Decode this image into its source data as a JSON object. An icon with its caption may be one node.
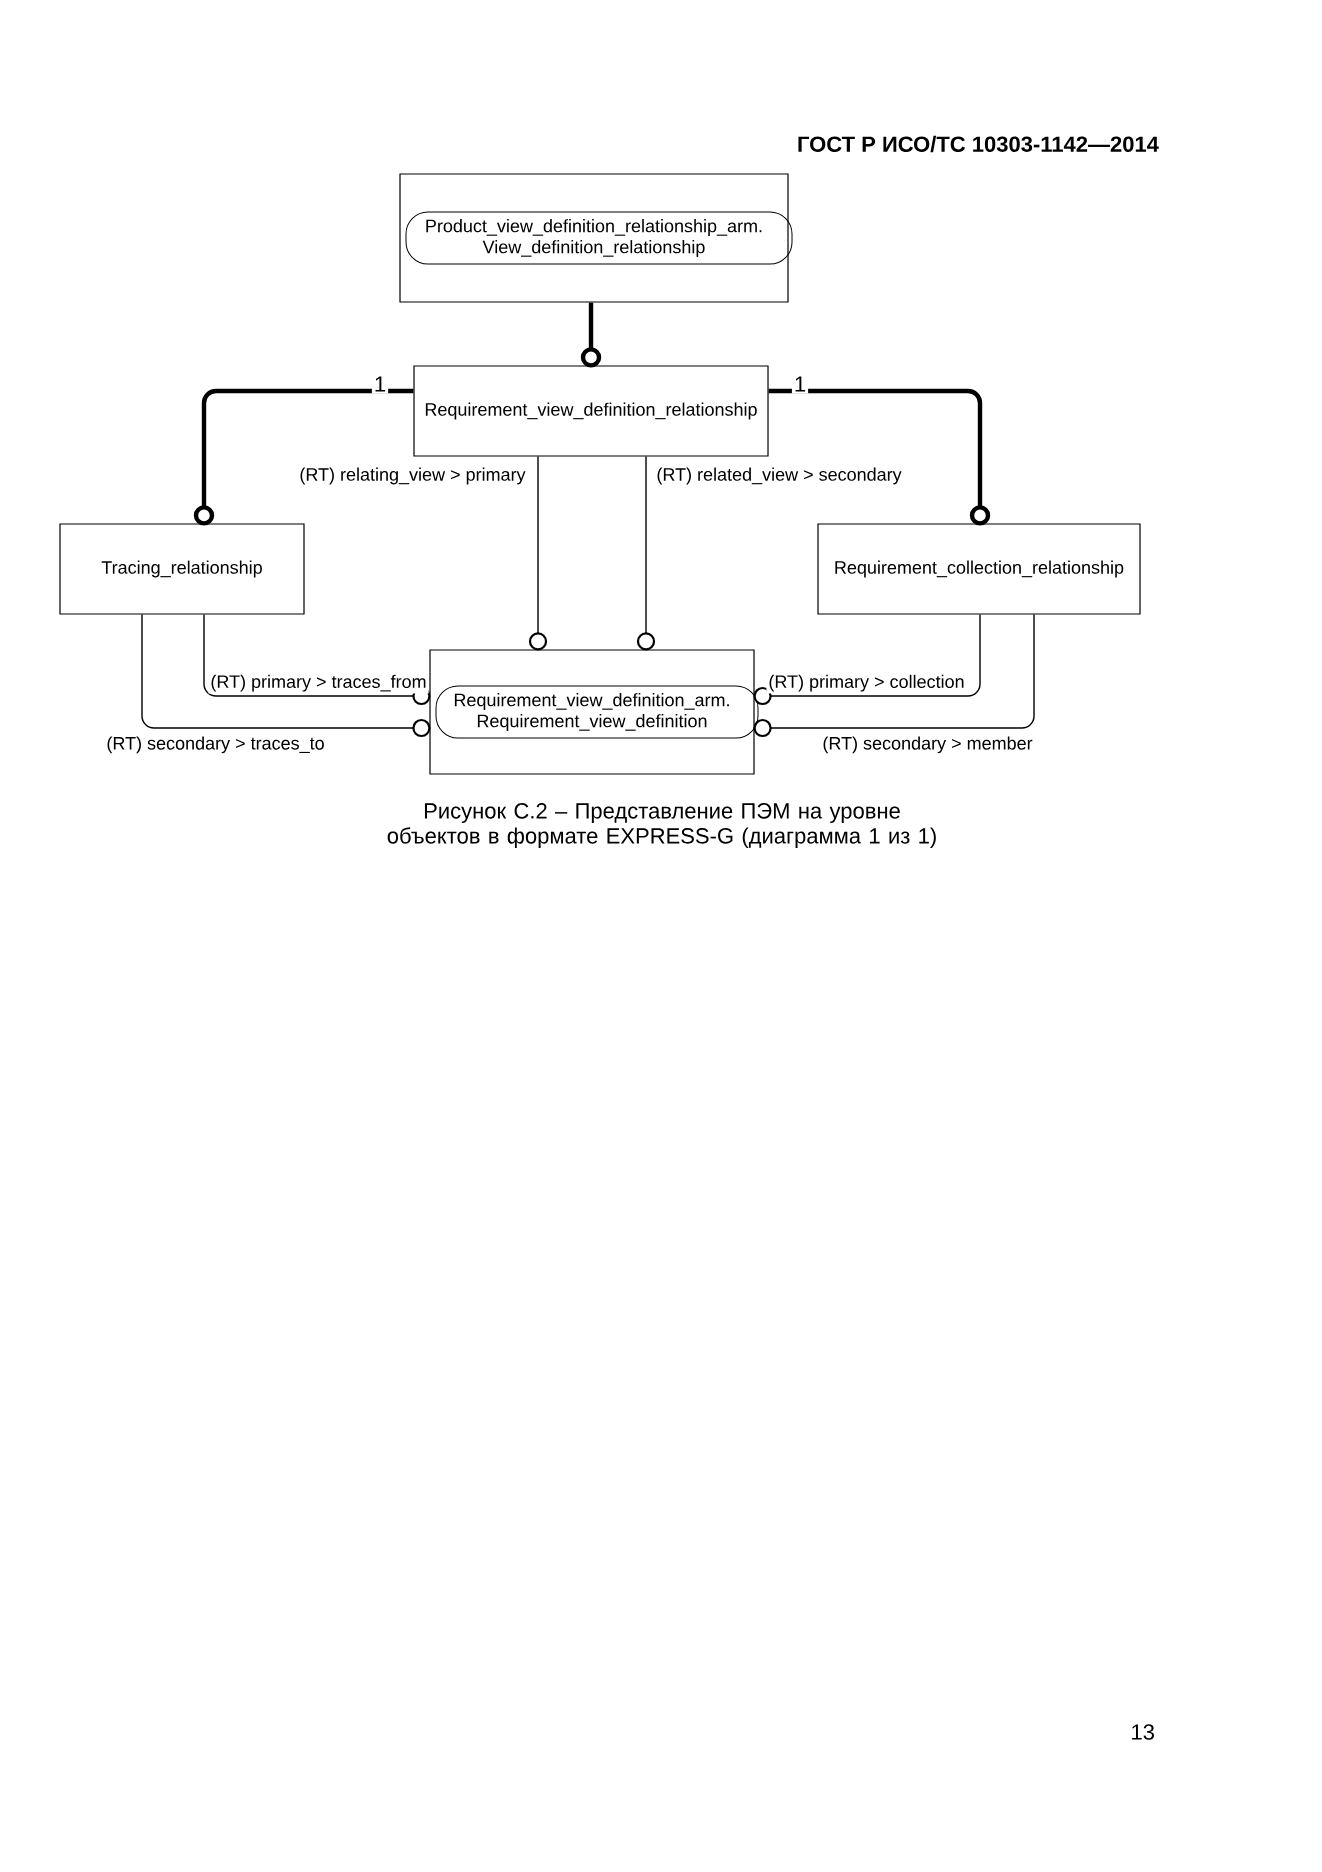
{
  "diagram": {
    "caption": "Рисунок С.2 – Представление ПЭМ на уровне объектов в формате EXPRESS-G (диаграмма 1 из 1)",
    "nodes": [
      {
        "text": [
          "Product_view_definition_relationship_arm. View_definition_relationship"
        ]
      },
      {
        "text": [
          "Requirement_view_definition_relationship"
        ]
      },
      {
        "text": [
          "Tracing_relationship"
        ]
      },
      {
        "text": [
          "Requirement_collection_relationship"
        ]
      },
      {
        "text": [
          "Requirement_view_definition_arm. Requirement_view_definition"
        ]
      }
    ],
    "edges": [
      {
        "from": 0,
        "to": 1,
        "arrow": "other",
        "style": "thick"
      },
      {
        "from": 1,
        "to": 2,
        "arrow": "other",
        "style": "thick",
        "label": "1"
      },
      {
        "from": 1,
        "to": 3,
        "arrow": "other",
        "style": "thick",
        "label": "1"
      },
      {
        "from": 1,
        "to": 4,
        "arrow": "other",
        "label": "(RT) relating_view > primary"
      },
      {
        "from": 1,
        "to": 4,
        "arrow": "other",
        "label": "(RT) related_view > secondary"
      },
      {
        "from": 2,
        "to": 4,
        "arrow": "other",
        "label": "(RT) primary > traces_from"
      },
      {
        "from": 2,
        "to": 4,
        "arrow": "other",
        "label": "(RT) secondary > traces_to"
      },
      {
        "from": 3,
        "to": 4,
        "arrow": "other",
        "label": "(RT) primary > collection"
      },
      {
        "from": 3,
        "to": 4,
        "arrow": "other",
        "label": "(RT) secondary > member"
      }
    ],
    "labels": [
      "ГОСТ Р ИСО/ТС 10303-1142—2014",
      "13"
    ]
  }
}
